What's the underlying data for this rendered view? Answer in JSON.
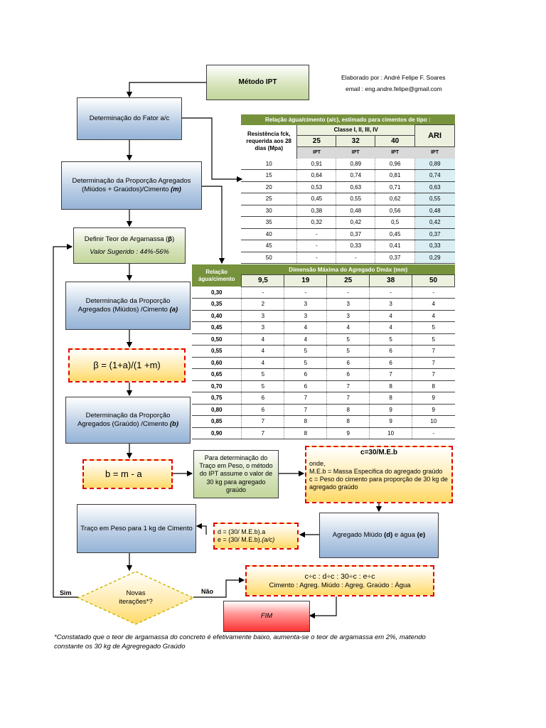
{
  "header": {
    "credit": "Elaborado por : André Felipe F. Soares",
    "email": "email : eng.andre.felipe@gmail.com"
  },
  "nodes": {
    "metodo": "Método IPT",
    "fator": "Determinação do Fator a/c",
    "prop_m_1": "Determinação da Proporção Agregados",
    "prop_m_2": "(Miúdos + Graúdos)/Cimento",
    "prop_m_var": "(m)",
    "argamassa_1": "Definir Teor de Argamassa (",
    "argamassa_beta": "β",
    "argamassa_close": ")",
    "argamassa_sug": "Valor Sugerido : 44%-56%",
    "prop_a_1": "Determinação da Proporção",
    "prop_a_2": "Agregados (Miúdos) /Cimento",
    "prop_a_var": "(a)",
    "beta_formula": "β = (1+a)/(1 +m)",
    "prop_b_1": "Determinação da Proporção",
    "prop_b_2": "Agregados (Graúdo) /Cimento",
    "prop_b_var": "(b)",
    "b_formula": "b = m - a",
    "note_traco": "Para determinação do Traço em Peso, o método do IPT assume o valor de 30 kg para agregado graúdo",
    "c_formula": "c=30/M.E.b",
    "c_onde": "onde,",
    "c_meb": "M.E.b = Massa Especifica do agregado graúdo",
    "c_def": "c = Peso do cimento para proporção de 30 kg de agregado graúdo",
    "traco_1kg": "Traço em Peso para 1 kg de Cimento",
    "d_formula": "d = (30/ M.E.b).a",
    "e_formula": "e = (30/ M.E.b).",
    "e_var": "(a/c)",
    "agregado_miudo": "Agregado Miúdo",
    "agregado_d": "(d)",
    "agregado_e_agua": "e água",
    "agregado_e": "(e)",
    "novas_1": "Novas",
    "novas_2": "iterações*?",
    "ratio_formula": "c÷c : d÷c : 30÷c : e÷c",
    "ratio_labels": "Cimento : Agreg. Miúdo : Agreg. Graúdo :  Água",
    "fim": "FIM",
    "sim": "Sim",
    "nao": "Não"
  },
  "footnote": "*Constatado que o teor de argamassa do concreto é efetivamente baixo, aumenta-se o teor de argamassa em 2%, matendo constante os 30 kg de Agregregado Graúdo",
  "table1": {
    "title": "Relação água/cimento (a/c), estimado para cimentos de tipo :",
    "row_header": "Resistência fck, requerida aos 28 dias (Mpa)",
    "class_header": "Classe I, II, III, IV",
    "classes": [
      "25",
      "32",
      "40"
    ],
    "ari": "ARI",
    "ipt": "IPT",
    "rows": [
      [
        "10",
        "0,91",
        "0,89",
        "0,96",
        "0,89"
      ],
      [
        "15",
        "0,64",
        "0,74",
        "0,81",
        "0,74"
      ],
      [
        "20",
        "0,53",
        "0,63",
        "0,71",
        "0,63"
      ],
      [
        "25",
        "0,45",
        "0,55",
        "0,62",
        "0,55"
      ],
      [
        "30",
        "0,38",
        "0,48",
        "0,56",
        "0,48"
      ],
      [
        "35",
        "0,32",
        "0,42",
        "0,5",
        "0,42"
      ],
      [
        "40",
        "-",
        "0,37",
        "0,45",
        "0,37"
      ],
      [
        "45",
        "-",
        "0,33",
        "0,41",
        "0,33"
      ],
      [
        "50",
        "-",
        "-",
        "0,37",
        "0,29"
      ]
    ]
  },
  "table2": {
    "row_header": "Relação água/cimento",
    "title": "Dimensão Máxima do Agregado Dmáx (mm)",
    "dmax": [
      "9,5",
      "19",
      "25",
      "38",
      "50"
    ],
    "rows": [
      [
        "0,30",
        "-",
        "-",
        "-",
        "-",
        "-"
      ],
      [
        "0,35",
        "2",
        "3",
        "3",
        "3",
        "4"
      ],
      [
        "0,40",
        "3",
        "3",
        "3",
        "4",
        "4"
      ],
      [
        "0,45",
        "3",
        "4",
        "4",
        "4",
        "5"
      ],
      [
        "0,50",
        "4",
        "4",
        "5",
        "5",
        "5"
      ],
      [
        "0,55",
        "4",
        "5",
        "5",
        "6",
        "7"
      ],
      [
        "0,60",
        "4",
        "5",
        "6",
        "6",
        "7"
      ],
      [
        "0,65",
        "5",
        "6",
        "6",
        "7",
        "7"
      ],
      [
        "0,70",
        "5",
        "6",
        "7",
        "8",
        "8"
      ],
      [
        "0,75",
        "6",
        "7",
        "7",
        "8",
        "9"
      ],
      [
        "0,80",
        "6",
        "7",
        "8",
        "9",
        "9"
      ],
      [
        "0,85",
        "7",
        "8",
        "8",
        "9",
        "10"
      ],
      [
        "0,90",
        "7",
        "8",
        "9",
        "10",
        "-"
      ]
    ]
  }
}
